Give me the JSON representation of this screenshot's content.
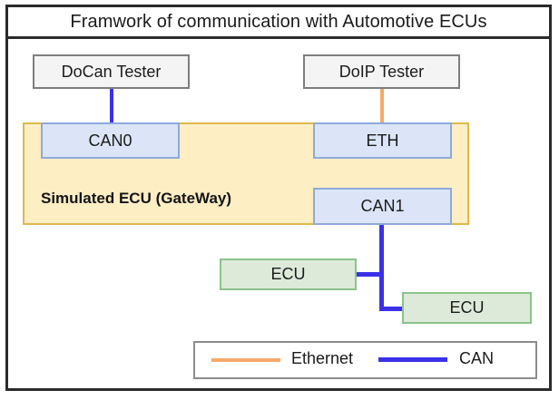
{
  "diagram": {
    "title": "Framwork of communication with Automotive ECUs",
    "gateway": {
      "label": "Simulated ECU (GateWay)",
      "fill": "#fdeec4",
      "border": "#e0b84a"
    },
    "nodes": {
      "docan_tester": "DoCan Tester",
      "doip_tester": "DoIP Tester",
      "can0": "CAN0",
      "eth": "ETH",
      "can1": "CAN1",
      "ecu_1": "ECU",
      "ecu_2": "ECU"
    },
    "legend": {
      "ethernet_label": "Ethernet",
      "can_label": "CAN",
      "ethernet_color": "#f6a96a",
      "can_color": "#3c30e8"
    },
    "colors": {
      "frame": "#2b2b2b",
      "tester_fill": "#f4f4f4",
      "tester_border": "#7e7e7e",
      "interface_fill": "#dbe5f7",
      "interface_border": "#8eaadb",
      "ecu_fill": "#ddeada",
      "ecu_border": "#8bc28a"
    }
  }
}
